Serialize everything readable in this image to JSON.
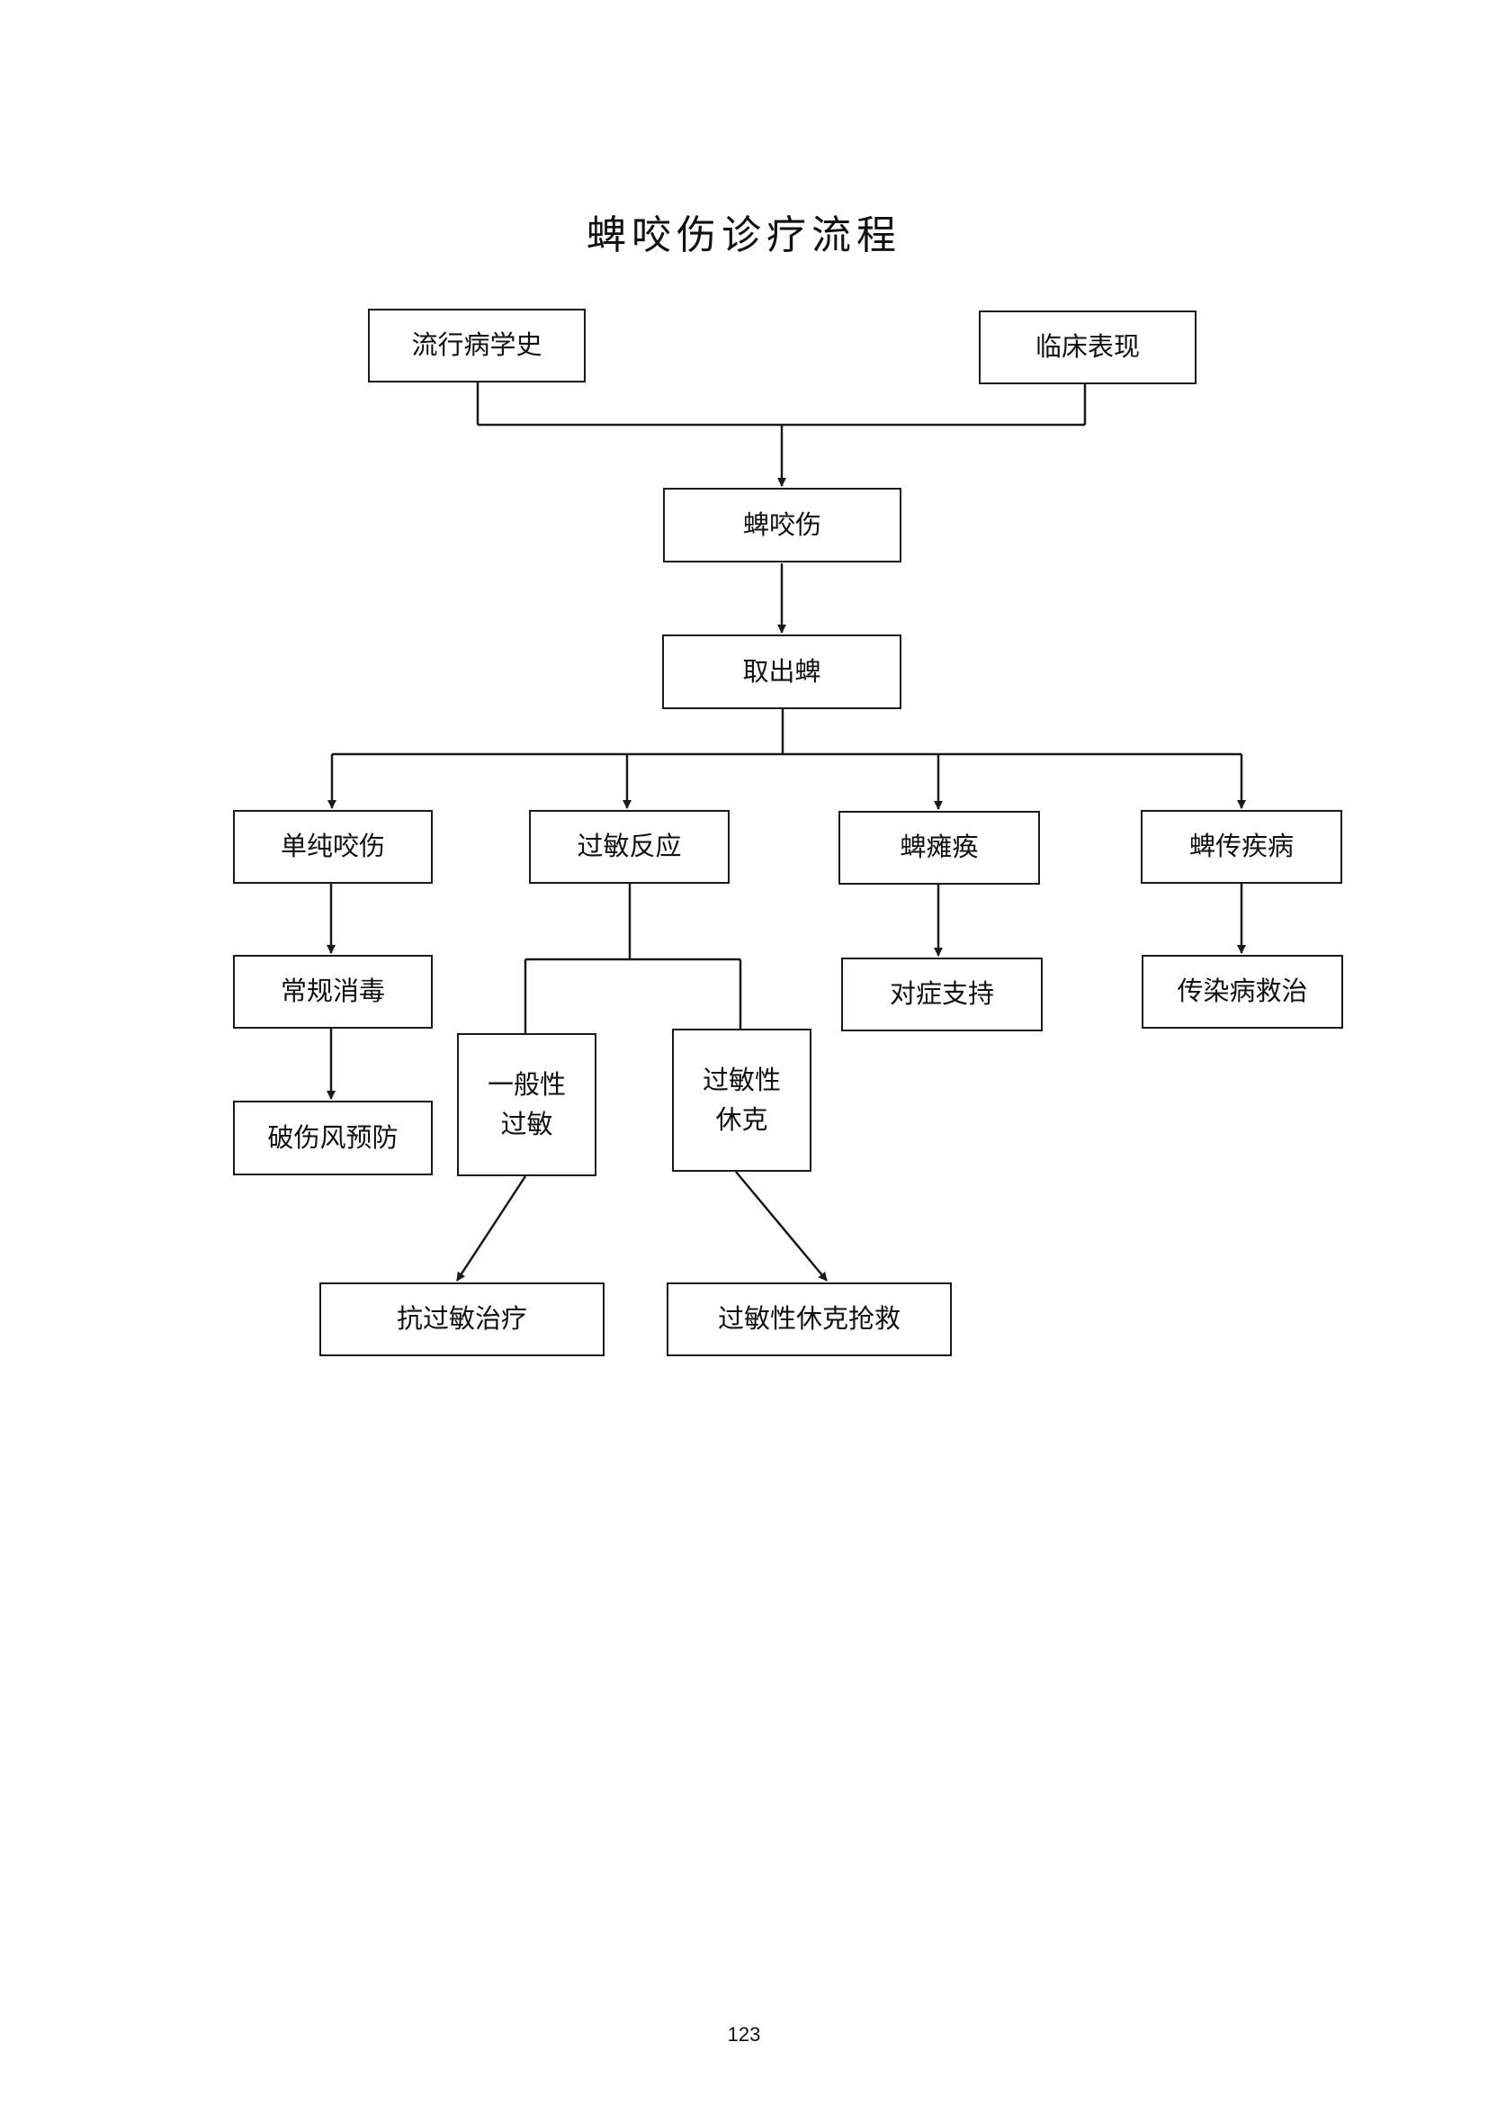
{
  "title": "蜱咬伤诊疗流程",
  "nodes": {
    "epi_history": "流行病学史",
    "clinical": "临床表现",
    "tick_bite": "蜱咬伤",
    "remove_tick": "取出蜱",
    "simple_bite": "单纯咬伤",
    "allergy": "过敏反应",
    "tick_paralysis": "蜱瘫痪",
    "tick_disease": "蜱传疾病",
    "disinfect": "常规消毒",
    "general_allergy_l1": "一般性",
    "general_allergy_l2": "过敏",
    "anaphylaxis_l1": "过敏性",
    "anaphylaxis_l2": "休克",
    "supportive": "对症支持",
    "infectious_treat": "传染病救治",
    "tetanus": "破伤风预防",
    "anti_allergy": "抗过敏治疗",
    "shock_rescue": "过敏性休克抢救"
  },
  "page_number": "123"
}
